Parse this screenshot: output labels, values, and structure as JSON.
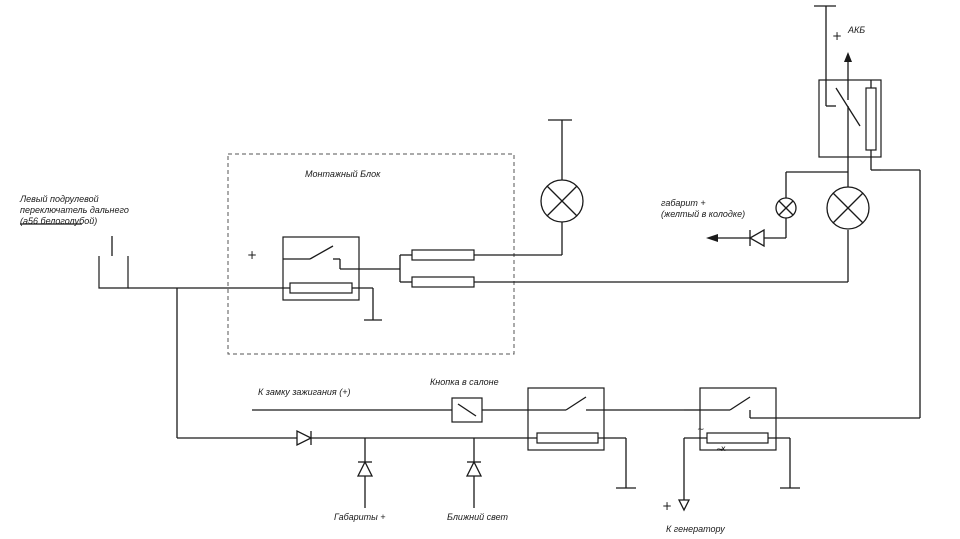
{
  "labels": {
    "left_switch_line1": "Левый подрулевой",
    "left_switch_line2": "переключатель дальнего",
    "left_switch_line3": "(a56 белоголубой)",
    "mount_block": "Монтажный Блок",
    "gabarit_line1": "габарит +",
    "gabarit_line2": "(желтый в колодке)",
    "akb": "АКБ",
    "ignition": "К замку зажигания (+)",
    "cabin_button": "Кнопка в салоне",
    "parking_lights": "Габариты +",
    "low_beam": "Ближний свет",
    "generator": "К генератору"
  },
  "symbols": {
    "plus": "+",
    "minus_tilde": "~",
    "cross": "x"
  }
}
